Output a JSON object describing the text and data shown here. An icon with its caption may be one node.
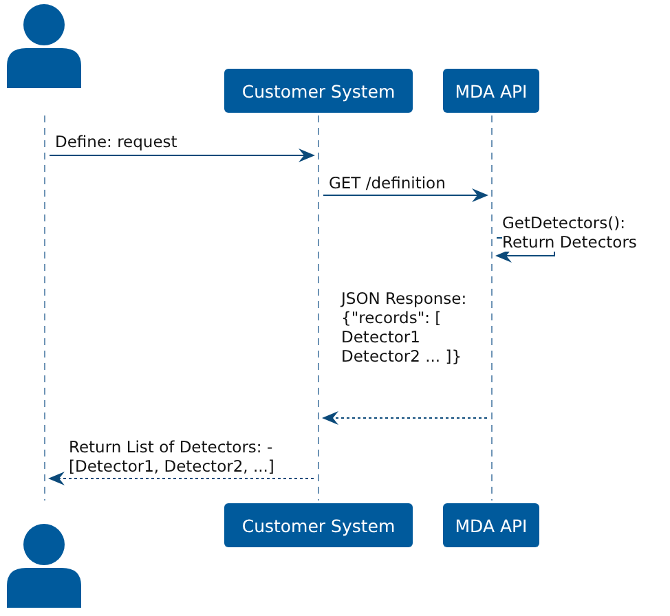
{
  "diagram": {
    "nodes": [
      {
        "text": [],
        "shape": "person"
      },
      {
        "text": [
          "Customer System"
        ]
      },
      {
        "text": [
          "MDA API"
        ]
      },
      {
        "text": [],
        "shape": "line"
      },
      {
        "text": [],
        "shape": "line"
      },
      {
        "text": [],
        "shape": "line"
      },
      {
        "text": [],
        "shape": "person"
      },
      {
        "text": [
          "Customer System"
        ]
      },
      {
        "text": [
          "MDA API"
        ]
      }
    ],
    "edges": [
      {
        "from": 3,
        "to": 4,
        "arrow": "to",
        "label": "Define: request"
      },
      {
        "from": 4,
        "to": 5,
        "arrow": "to",
        "label": "GET /definition"
      },
      {
        "from": 5,
        "to": 5,
        "arrow": "to",
        "label": "GetDetectors(): Return Detectors"
      },
      {
        "from": 5,
        "to": 4,
        "arrow": "to",
        "style": "dashed",
        "label": "JSON Response: {\"records\": [ Detector1 Detector2 ... ]}"
      },
      {
        "from": 4,
        "to": 3,
        "arrow": "to",
        "style": "dashed",
        "label": "Return List of Detectors: - [Detector1, Detector2, ...]"
      }
    ]
  }
}
